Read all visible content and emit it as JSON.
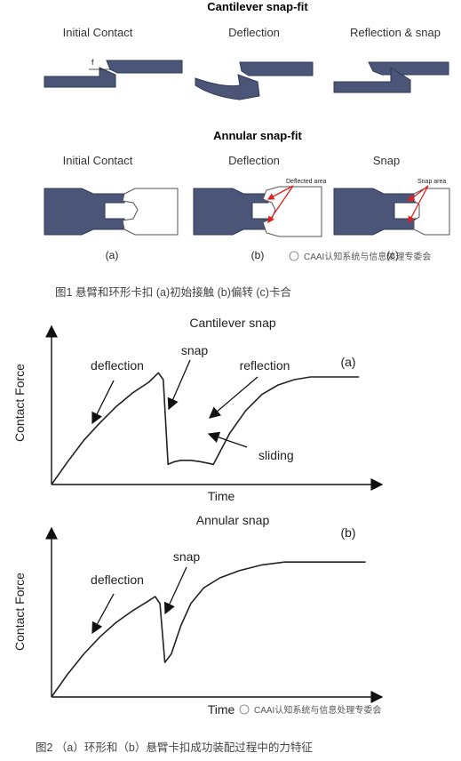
{
  "figure1": {
    "cantilever_title": "Cantilever snap-fit",
    "cantilever_stages": [
      "Initial Contact",
      "Deflection",
      "Reflection & snap"
    ],
    "force_label": "f",
    "annular_title": "Annular snap-fit",
    "annular_stages": [
      "Initial Contact",
      "Deflection",
      "Snap"
    ],
    "deflected_area_label": "Deflected area",
    "snap_area_label": "Snap area",
    "panel_labels": [
      "(a)",
      "(b)",
      "(c)"
    ],
    "watermark": "CAAI认知系统与信息处理专委会",
    "caption": "图1 悬臂和环形卡扣 (a)初始接触 (b)偏转 (c)卡合"
  },
  "figure2": {
    "chart_data": [
      {
        "type": "line",
        "title": "Cantilever snap",
        "panel_label": "(a)",
        "xlabel": "Time",
        "ylabel": "Contact Force",
        "annotations": [
          "deflection",
          "snap",
          "reflection",
          "sliding"
        ],
        "series": [
          {
            "x": [
              0,
              0.05,
              0.1,
              0.15,
              0.2,
              0.25,
              0.3,
              0.33,
              0.345,
              0.36,
              0.38,
              0.4,
              0.43,
              0.46,
              0.5,
              0.55,
              0.6,
              0.65,
              0.7,
              0.75,
              0.8,
              0.85,
              0.9,
              0.95
            ],
            "y": [
              0,
              0.17,
              0.33,
              0.46,
              0.58,
              0.68,
              0.76,
              0.83,
              0.78,
              0.15,
              0.17,
              0.18,
              0.18,
              0.17,
              0.15,
              0.38,
              0.55,
              0.67,
              0.74,
              0.78,
              0.8,
              0.8,
              0.8,
              0.8
            ]
          }
        ]
      },
      {
        "type": "line",
        "title": "Annular snap",
        "panel_label": "(b)",
        "xlabel": "Time",
        "ylabel": "Contact Force",
        "annotations": [
          "deflection",
          "snap"
        ],
        "series": [
          {
            "x": [
              0,
              0.05,
              0.1,
              0.15,
              0.2,
              0.25,
              0.3,
              0.32,
              0.335,
              0.35,
              0.37,
              0.4,
              0.43,
              0.47,
              0.52,
              0.58,
              0.65,
              0.72,
              0.8,
              0.9,
              0.97
            ],
            "y": [
              0,
              0.16,
              0.3,
              0.42,
              0.52,
              0.6,
              0.67,
              0.7,
              0.65,
              0.24,
              0.3,
              0.5,
              0.65,
              0.76,
              0.83,
              0.88,
              0.92,
              0.94,
              0.94,
              0.94,
              0.94
            ]
          }
        ]
      }
    ],
    "watermark": "CAAI认知系统与信息处理专委会",
    "caption": "图2 （a）环形和（b）悬臂卡扣成功装配过程中的力特征"
  },
  "colors": {
    "part": "#4a5578",
    "arrow": "#e02020"
  }
}
